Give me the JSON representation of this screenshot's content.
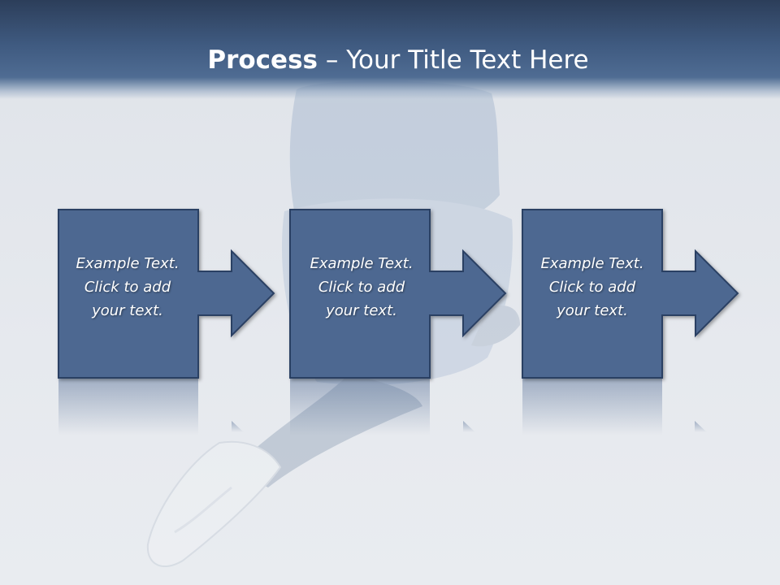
{
  "title": {
    "bold": "Process",
    "dash": " – ",
    "rest": "Your Title Text Here"
  },
  "steps": [
    {
      "text": "Example Text.\nClick  to add\nyour text."
    },
    {
      "text": "Example Text.\nClick  to add\nyour text."
    },
    {
      "text": "Example Text.\nClick  to add\nyour text."
    }
  ],
  "colors": {
    "box_fill": "#4d6891",
    "box_stroke": "#2b4064",
    "header_dark": "#2c3e5a",
    "header_light": "#4f6c93",
    "background": "#e3e7ec"
  }
}
